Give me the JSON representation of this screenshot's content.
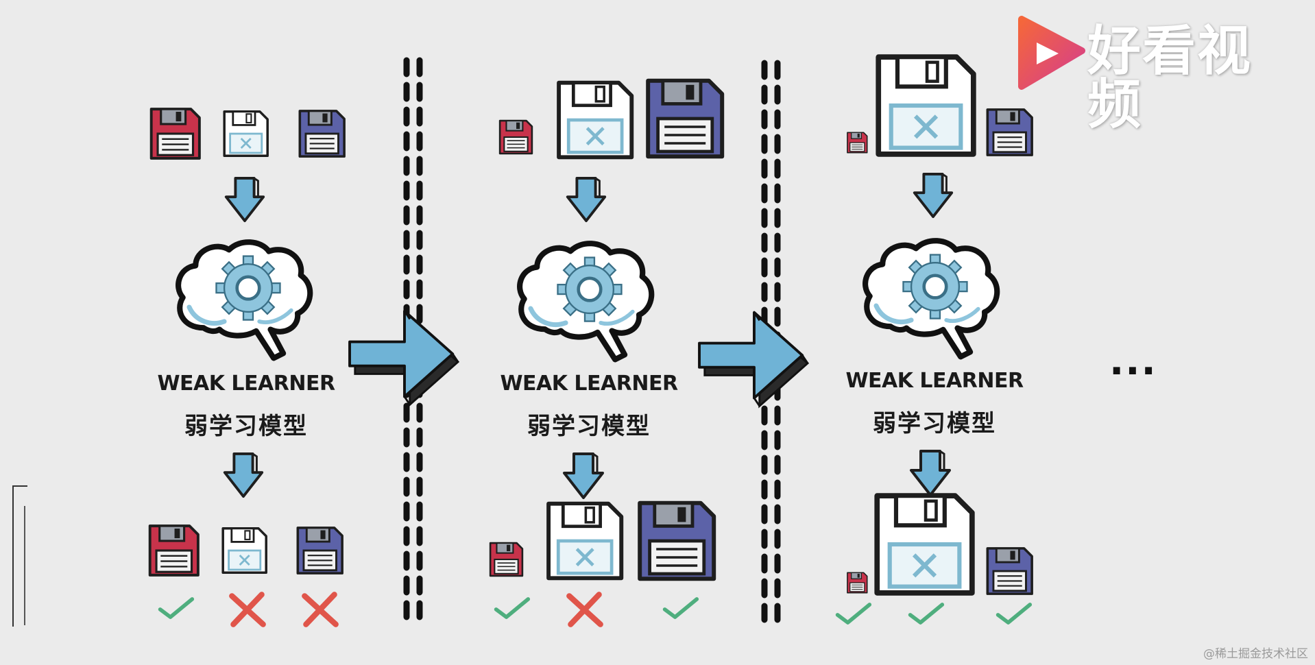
{
  "brand": {
    "name": "好看视频"
  },
  "panels": [
    {
      "label_en": "WEAK LEARNER",
      "label_zh": "弱学习模型",
      "results": [
        "check",
        "cross",
        "cross"
      ]
    },
    {
      "label_en": "WEAK LEARNER",
      "label_zh": "弱学习模型",
      "results": [
        "check",
        "cross",
        "check"
      ]
    },
    {
      "label_en": "WEAK LEARNER",
      "label_zh": "弱学习模型",
      "results": [
        "check",
        "check",
        "check"
      ]
    }
  ],
  "continuation": "...",
  "watermark": "@稀土掘金技术社区",
  "colors": {
    "red_disk": "#c8334b",
    "white_disk": "#ffffff",
    "purple_disk": "#5c62a8",
    "arrow_blue": "#6fb3d6",
    "gear_blue": "#8ec5dd",
    "check_green": "#4fae7e",
    "cross_red": "#e0554a",
    "brand_orange": "#f5673a",
    "brand_pink": "#d43d8f"
  },
  "icons": [
    "floppy-disk-icon",
    "down-arrow-icon",
    "brain-gear-icon",
    "right-arrow-icon",
    "check-icon",
    "cross-icon",
    "play-logo-icon"
  ]
}
